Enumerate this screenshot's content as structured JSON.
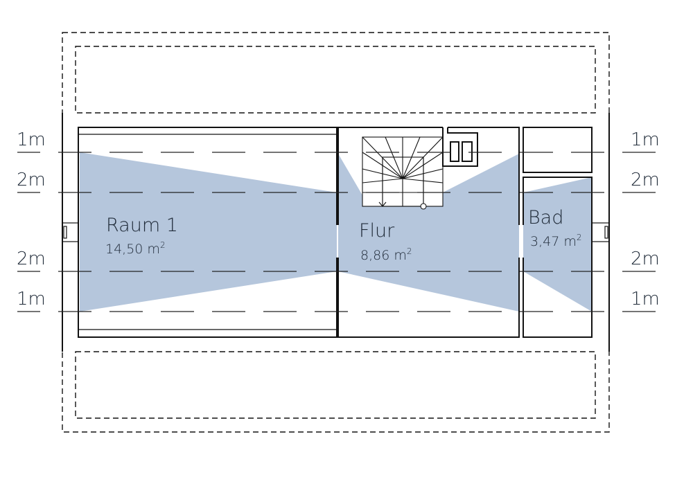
{
  "height_lines": [
    {
      "label_left": "1m",
      "label_right": "1m"
    },
    {
      "label_left": "2m",
      "label_right": "2m"
    },
    {
      "label_left": "2m",
      "label_right": "2m"
    },
    {
      "label_left": "1m",
      "label_right": "1m"
    }
  ],
  "rooms": [
    {
      "name": "Raum 1",
      "area": "14,50 m",
      "unit_sup": "2"
    },
    {
      "name": "Flur",
      "area": "8,86 m",
      "unit_sup": "2"
    },
    {
      "name": "Bad",
      "area": "3,47 m",
      "unit_sup": "2"
    }
  ],
  "colors": {
    "floor_area": "#b5c6dc",
    "lines": "#111111",
    "text": "#1f2a38"
  }
}
